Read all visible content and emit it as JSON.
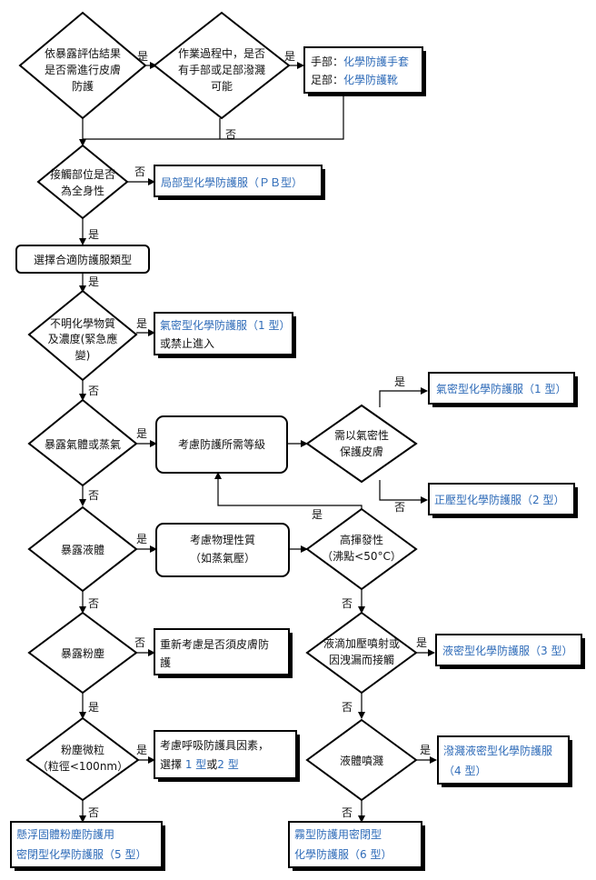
{
  "decisions": {
    "d1": [
      "依暴露評估結果",
      "是否需進行皮膚",
      "防護"
    ],
    "d2": [
      "作業過程中，是否",
      "有手部或足部潑濺",
      "可能"
    ],
    "d3": [
      "接觸部位是否",
      "為全身性"
    ],
    "d4": [
      "不明化學物質",
      "及濃度(緊急應",
      "變)"
    ],
    "d5": [
      "暴露氣體或蒸氣"
    ],
    "d6": [
      "需以氣密性",
      "保護皮膚"
    ],
    "d7": [
      "暴露液體"
    ],
    "d8": [
      "高揮發性",
      "（沸點<50°C）"
    ],
    "d9": [
      "暴露粉塵"
    ],
    "d10": [
      "液滴加壓噴射或",
      "因洩漏而接觸"
    ],
    "d11": [
      "粉塵微粒",
      "（粒徑<100nm）"
    ],
    "d12": [
      "液體噴濺"
    ]
  },
  "boxes": {
    "gloves_prefix": "手部：",
    "gloves": "化學防護手套",
    "boots_prefix": "足部：",
    "boots": "化學防護靴",
    "pb": "局部型化學防護服（ＰＢ型）",
    "select": "選擇合適防護服類型",
    "type1a": "氣密型化學防護服（1 型）",
    "type1a_note": "或禁止進入",
    "protect_level": "考慮防護所需等級",
    "type1b": "氣密型化學防護服（1 型）",
    "type2": "正壓型化學防護服（2 型）",
    "physical": [
      "考慮物理性質",
      "（如蒸氣壓）"
    ],
    "reconsider": [
      "重新考慮是否須皮膚防",
      "護"
    ],
    "type3": "液密型化學防護服（3 型）",
    "resp_line1": "考慮呼吸防護具因素，",
    "resp_pre": "選擇 ",
    "resp_a": "1 型",
    "resp_mid": "或",
    "resp_b": "2 型",
    "type4": [
      "潑濺液密型化學防護服",
      "（4 型）"
    ],
    "type5": [
      "懸浮固體粉塵防護用",
      "密閉型化學防護服（5 型）"
    ],
    "type6": [
      "霧型防護用密閉型",
      "化學防護服（6 型）"
    ]
  },
  "labels": {
    "yes": "是",
    "no": "否"
  },
  "colors": {
    "accent": "#2e6bb8"
  }
}
